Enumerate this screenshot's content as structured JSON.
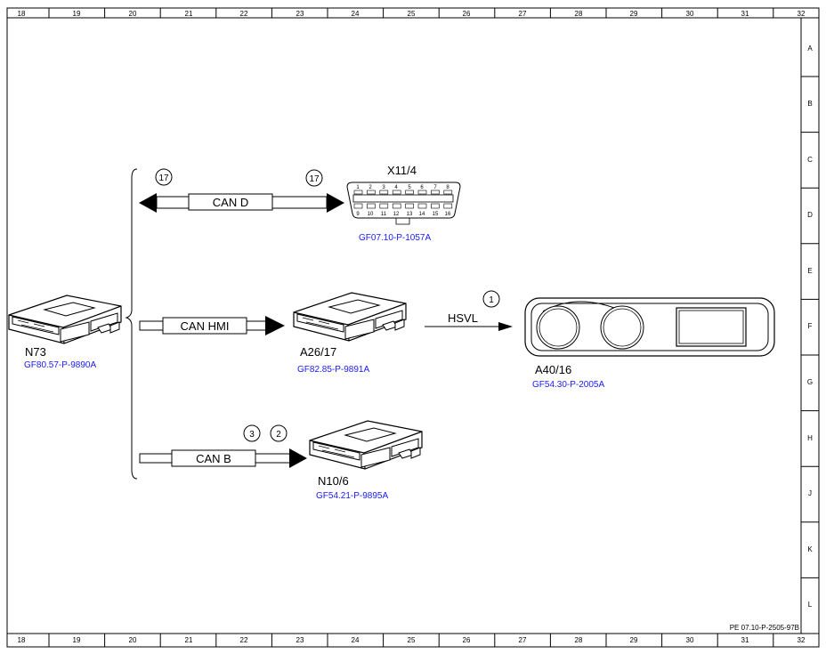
{
  "frame": {
    "columns": [
      "18",
      "19",
      "20",
      "21",
      "22",
      "23",
      "24",
      "25",
      "26",
      "27",
      "28",
      "29",
      "30",
      "31",
      "32"
    ],
    "rows": [
      "A",
      "B",
      "C",
      "D",
      "E",
      "F",
      "G",
      "H",
      "J",
      "K",
      "L"
    ],
    "doc_id": "PE 07.10-P-2505-97B"
  },
  "components": {
    "n73": {
      "name": "N73",
      "ref": "GF80.57-P-9890A"
    },
    "x11": {
      "name": "X11/4",
      "ref": "GF07.10-P-1057A",
      "pins_top": [
        "1",
        "2",
        "3",
        "4",
        "5",
        "6",
        "7",
        "8"
      ],
      "pins_bottom": [
        "9",
        "10",
        "11",
        "12",
        "13",
        "14",
        "15",
        "16"
      ]
    },
    "a26": {
      "name": "A26/17",
      "ref": "GF82.85-P-9891A"
    },
    "a40": {
      "name": "A40/16",
      "ref": "GF54.30-P-2005A"
    },
    "n10": {
      "name": "N10/6",
      "ref": "GF54.21-P-9895A"
    }
  },
  "buses": {
    "can_d": {
      "label": "CAN D",
      "marker_left": "17",
      "marker_right": "17"
    },
    "can_hmi": {
      "label": "CAN HMI"
    },
    "hsvl": {
      "label": "HSVL",
      "marker": "1"
    },
    "can_b": {
      "label": "CAN B",
      "marker_a": "3",
      "marker_b": "2"
    }
  },
  "colors": {
    "reference_link": "#1a1aff",
    "line": "#000000"
  }
}
